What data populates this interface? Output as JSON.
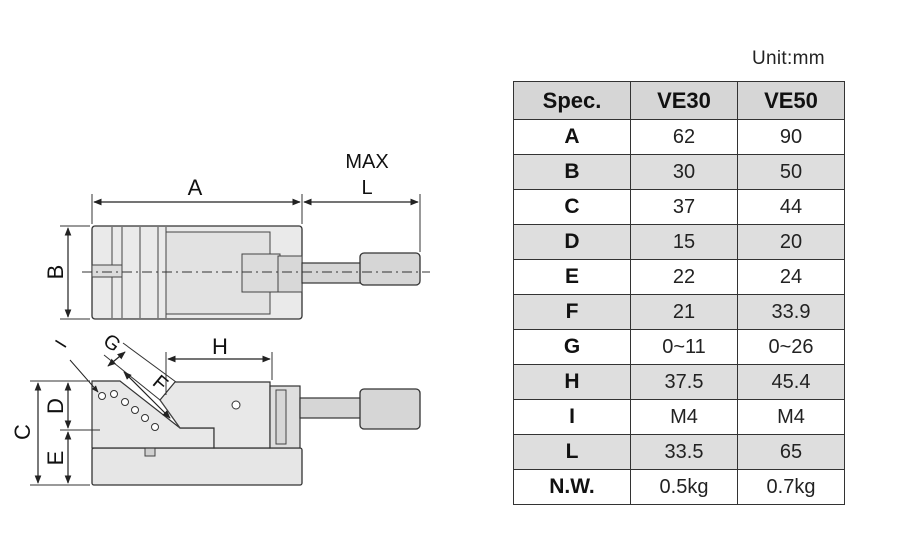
{
  "unit_label": "Unit:mm",
  "drawing_labels": {
    "A": "A",
    "max": "MAX",
    "L": "L",
    "B": "B",
    "I": "I",
    "G": "G",
    "H": "H",
    "F": "F",
    "C": "C",
    "D": "D",
    "E": "E"
  },
  "spec_table": {
    "headers": [
      "Spec.",
      "VE30",
      "VE50"
    ],
    "rows": [
      [
        "A",
        "62",
        "90"
      ],
      [
        "B",
        "30",
        "50"
      ],
      [
        "C",
        "37",
        "44"
      ],
      [
        "D",
        "15",
        "20"
      ],
      [
        "E",
        "22",
        "24"
      ],
      [
        "F",
        "21",
        "33.9"
      ],
      [
        "G",
        "0~11",
        "0~26"
      ],
      [
        "H",
        "37.5",
        "45.4"
      ],
      [
        "I",
        "M4",
        "M4"
      ],
      [
        "L",
        "33.5",
        "65"
      ],
      [
        "N.W.",
        "0.5kg",
        "0.7kg"
      ]
    ]
  }
}
